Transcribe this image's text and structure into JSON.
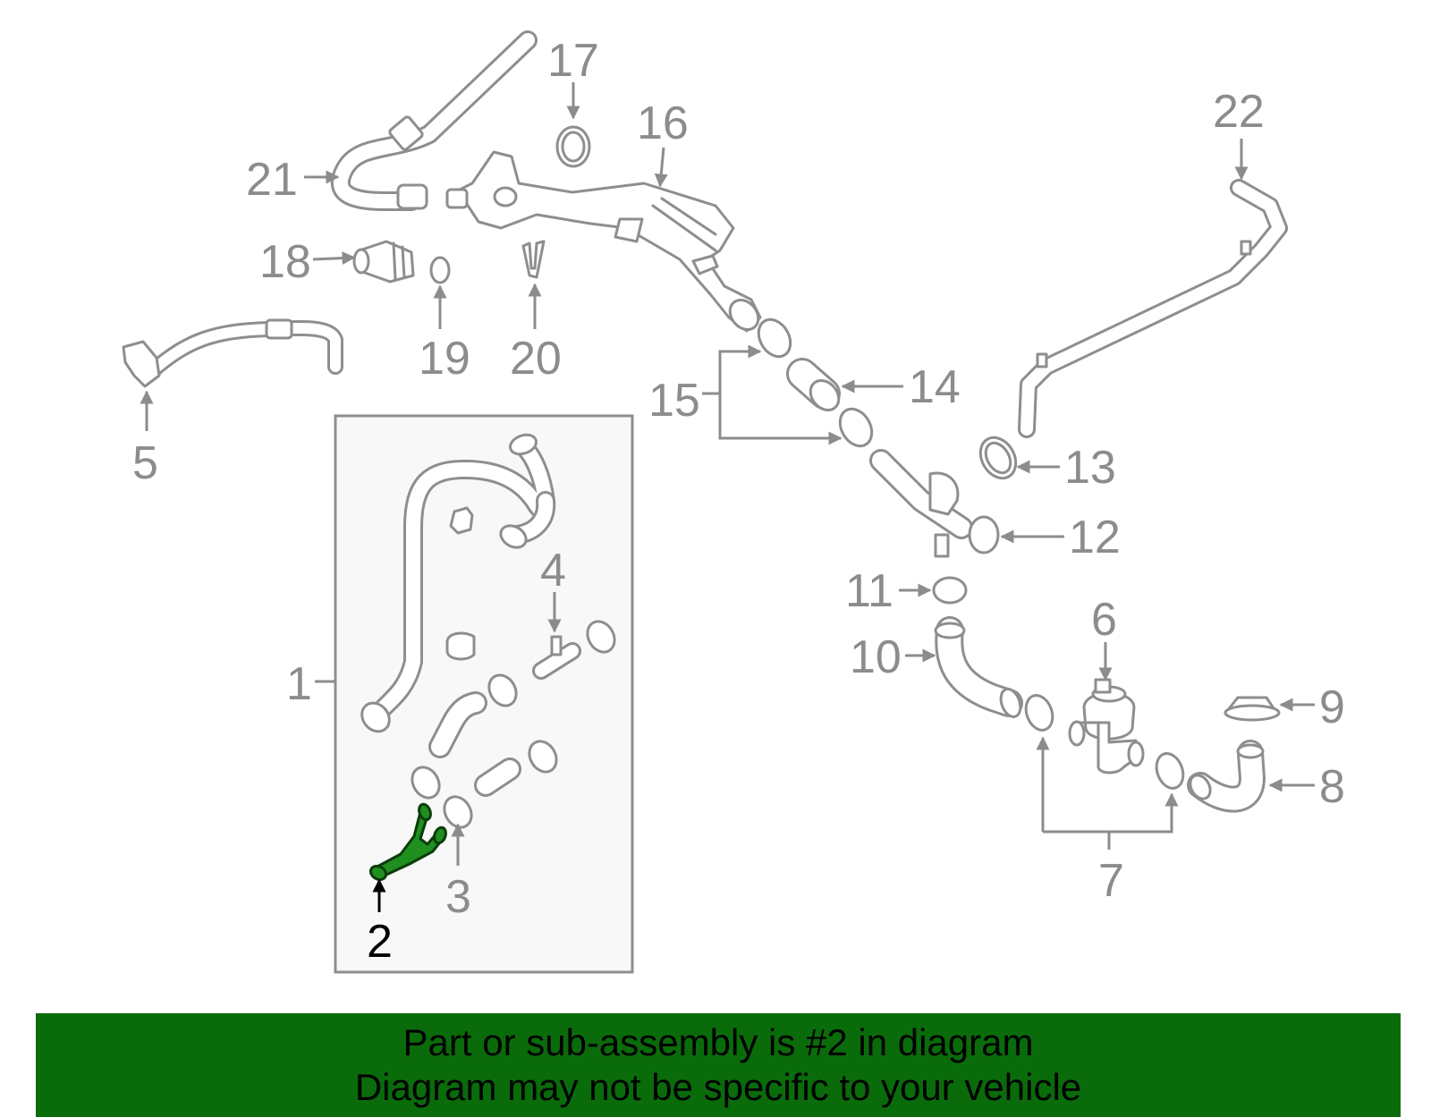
{
  "diagram": {
    "callouts": [
      "1",
      "2",
      "3",
      "4",
      "5",
      "6",
      "7",
      "8",
      "9",
      "10",
      "11",
      "12",
      "13",
      "14",
      "15",
      "16",
      "17",
      "18",
      "19",
      "20",
      "21",
      "22"
    ],
    "highlighted_part": "2",
    "colors": {
      "line": "#8e8e8e",
      "label": "#8c8c8c",
      "highlight_fill": "#1f8f1f",
      "highlight_stroke": "#0b3d0b",
      "banner": "#0a6b0a"
    }
  },
  "banner": {
    "line1": "Part or sub-assembly is #2 in diagram",
    "line2": "Diagram may not be specific to your vehicle"
  }
}
